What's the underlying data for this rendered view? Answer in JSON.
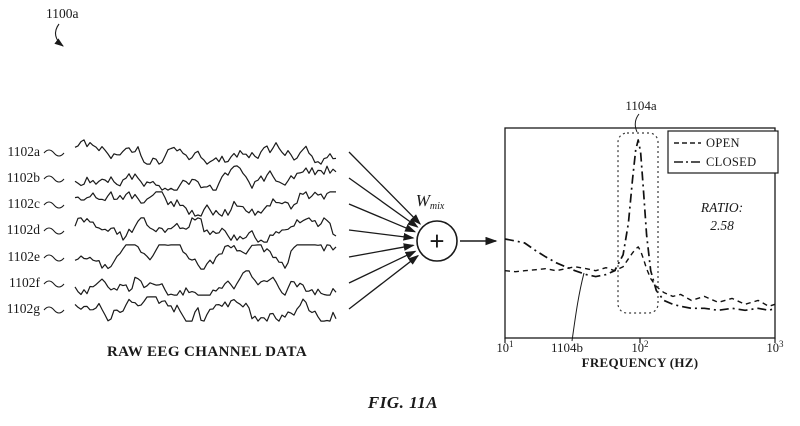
{
  "figure": {
    "ref": "1100a",
    "caption": "FIG. 11A"
  },
  "eeg": {
    "channels": [
      "1102a",
      "1102b",
      "1102c",
      "1102d",
      "1102e",
      "1102f",
      "1102g"
    ],
    "title": "RAW EEG CHANNEL DATA"
  },
  "mixer": {
    "symbol": "W",
    "subscript": "mix",
    "operator": "+"
  },
  "spectrum": {
    "peak_ref": "1104a",
    "trace_ref": "1104b",
    "ratio_label": "RATIO:",
    "ratio_value": "2.58",
    "legend": [
      {
        "label": "OPEN"
      },
      {
        "label": "CLOSED"
      }
    ],
    "x_label": "FREQUENCY (HZ)",
    "ticks": [
      {
        "base": "10",
        "exp": "1"
      },
      {
        "base": "10",
        "exp": "2"
      },
      {
        "base": "10",
        "exp": "3"
      }
    ]
  },
  "chart_data": {
    "type": "line",
    "title": "",
    "xlabel": "FREQUENCY (HZ)",
    "ylabel": "",
    "x_scale": "log",
    "x_range": [
      10,
      1000
    ],
    "legend_position": "top-right",
    "grid": false,
    "x": [
      10,
      12,
      14,
      17,
      20,
      24,
      28,
      33,
      40,
      47,
      56,
      65,
      75,
      82,
      88,
      93,
      97,
      101,
      106,
      112,
      120,
      132,
      150,
      175,
      200,
      240,
      300,
      380,
      480,
      600,
      750,
      900,
      1000
    ],
    "series": [
      {
        "name": "OPEN",
        "style": "dashed",
        "y": [
          0.34,
          0.335,
          0.34,
          0.345,
          0.35,
          0.34,
          0.35,
          0.36,
          0.35,
          0.34,
          0.355,
          0.34,
          0.36,
          0.4,
          0.43,
          0.45,
          0.46,
          0.44,
          0.4,
          0.35,
          0.3,
          0.26,
          0.23,
          0.21,
          0.22,
          0.19,
          0.21,
          0.18,
          0.2,
          0.17,
          0.19,
          0.16,
          0.17
        ]
      },
      {
        "name": "CLOSED",
        "style": "dash-dot",
        "y": [
          0.5,
          0.49,
          0.48,
          0.44,
          0.41,
          0.38,
          0.36,
          0.34,
          0.32,
          0.31,
          0.32,
          0.34,
          0.42,
          0.58,
          0.8,
          0.95,
          1.0,
          0.94,
          0.75,
          0.52,
          0.34,
          0.24,
          0.19,
          0.17,
          0.16,
          0.15,
          0.15,
          0.14,
          0.15,
          0.14,
          0.15,
          0.14,
          0.15
        ]
      }
    ],
    "annotations": {
      "highlight_band_hz": [
        80,
        130
      ],
      "peak_ref": "1104a",
      "trace_ref": "1104b",
      "ratio": 2.58
    }
  }
}
